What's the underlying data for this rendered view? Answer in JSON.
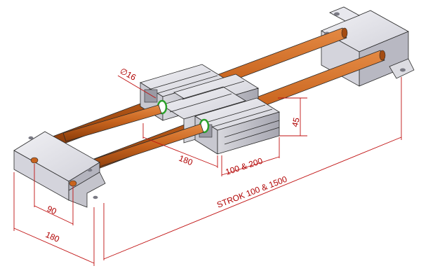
{
  "colors": {
    "background": "#ffffff",
    "dimension_red": "#c01010",
    "shaft_copper": "#c8641e",
    "shaft_dark": "#8a3c0a",
    "aluminium_light": "#e6e6ec",
    "aluminium_mid": "#c4c4cc",
    "aluminium_dark": "#9a9aa4",
    "bushing_green": "#2aa02a"
  },
  "dimensions": {
    "shaft_diameter": "16",
    "height": "45",
    "slot_width": "100 & 200",
    "carriage_length": "180",
    "hole_spacing": "90",
    "block_width": "180",
    "stroke": "STROK 100 & 1500"
  },
  "symbols": {
    "diameter": "∅"
  }
}
